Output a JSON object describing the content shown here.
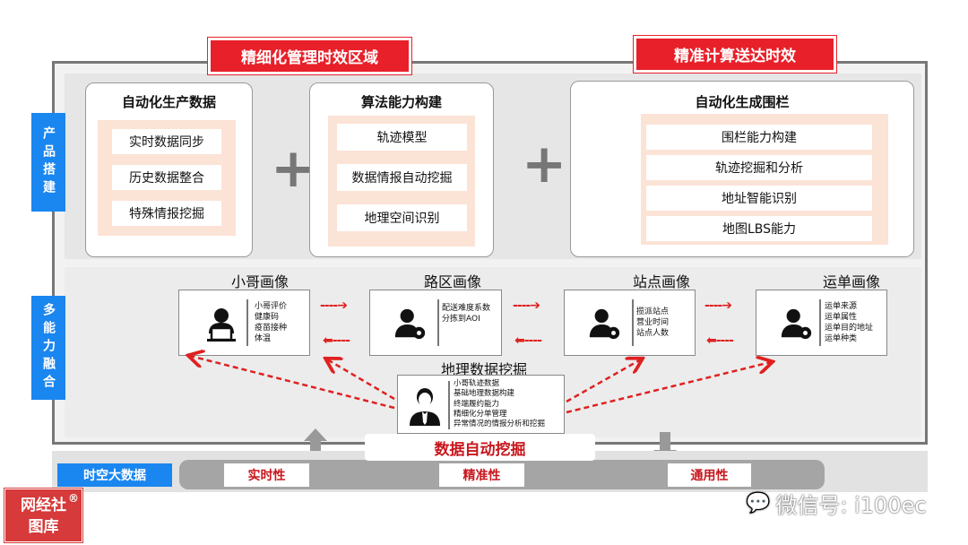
{
  "headers": {
    "left": "精细化管理时效区域",
    "right": "精准计算送达时效"
  },
  "side": {
    "product": "产品搭建",
    "fusion": "多能力融合"
  },
  "product": {
    "box1": {
      "title": "自动化生产数据",
      "items": [
        "实时数据同步",
        "历史数据整合",
        "特殊情报挖掘"
      ]
    },
    "box2": {
      "title": "算法能力构建",
      "items": [
        "轨迹模型",
        "数据情报自动挖掘",
        "地理空间识别"
      ]
    },
    "box3": {
      "title": "自动化生成围栏",
      "items": [
        "围栏能力构建",
        "轨迹挖掘和分析",
        "地址智能识别",
        "地图LBS能力"
      ]
    },
    "plus": "+"
  },
  "portraits": [
    {
      "title": "小哥画像",
      "lines": [
        "小哥评价",
        "健康码",
        "疫苗接种",
        "体温"
      ]
    },
    {
      "title": "路区画像",
      "lines": [
        "配送难度系数",
        "分拣到AOI"
      ]
    },
    {
      "title": "站点画像",
      "lines": [
        "揽派站点",
        "营业时间",
        "站点人数"
      ]
    },
    {
      "title": "运单画像",
      "lines": [
        "运单来源",
        "运单属性",
        "运单目的地址",
        "运单种类"
      ]
    }
  ],
  "geo": {
    "title": "地理数据挖掘",
    "lines": [
      "小哥轨迹数据",
      "基础地理数据构建",
      "终端履约能力",
      "精细化分单管理",
      "异常情况的情报分析和挖掘"
    ]
  },
  "arrows": {
    "right": "----➔",
    "left": "⬅----"
  },
  "bottom": {
    "auto_mining": "数据自动挖掘",
    "bigdata": "时空大数据",
    "labels": [
      "实时性",
      "精准性",
      "通用性"
    ]
  },
  "logo": {
    "text": "网经社图库",
    "mark": "®"
  },
  "watermark": "微信号: i100ec"
}
